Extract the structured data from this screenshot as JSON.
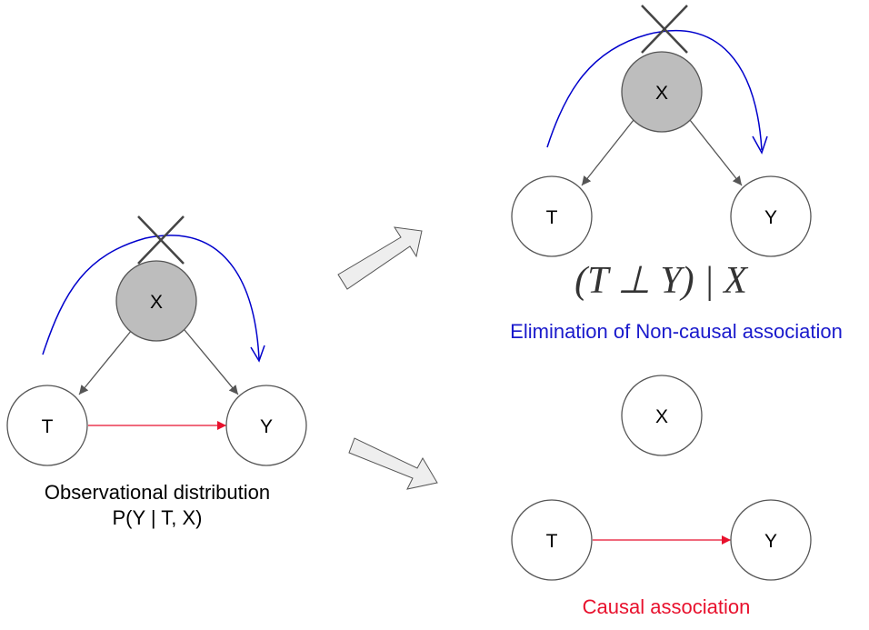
{
  "left": {
    "node_x": "X",
    "node_t": "T",
    "node_y": "Y",
    "caption_line1": "Observational distribution",
    "caption_line2": "P(Y | T, X)"
  },
  "top_right": {
    "node_x": "X",
    "node_t": "T",
    "node_y": "Y",
    "formula": "(T ⊥ Y) | X",
    "caption": "Elimination of Non-causal association"
  },
  "bottom_right": {
    "node_x": "X",
    "node_t": "T",
    "node_y": "Y",
    "caption": "Causal association"
  },
  "colors": {
    "confounder_fill": "#bdbdbd",
    "backdoor_path": "#0000cc",
    "causal_edge": "#e8112d",
    "causal_caption": "#e8112d",
    "noncausal_caption": "#1a1acc"
  }
}
